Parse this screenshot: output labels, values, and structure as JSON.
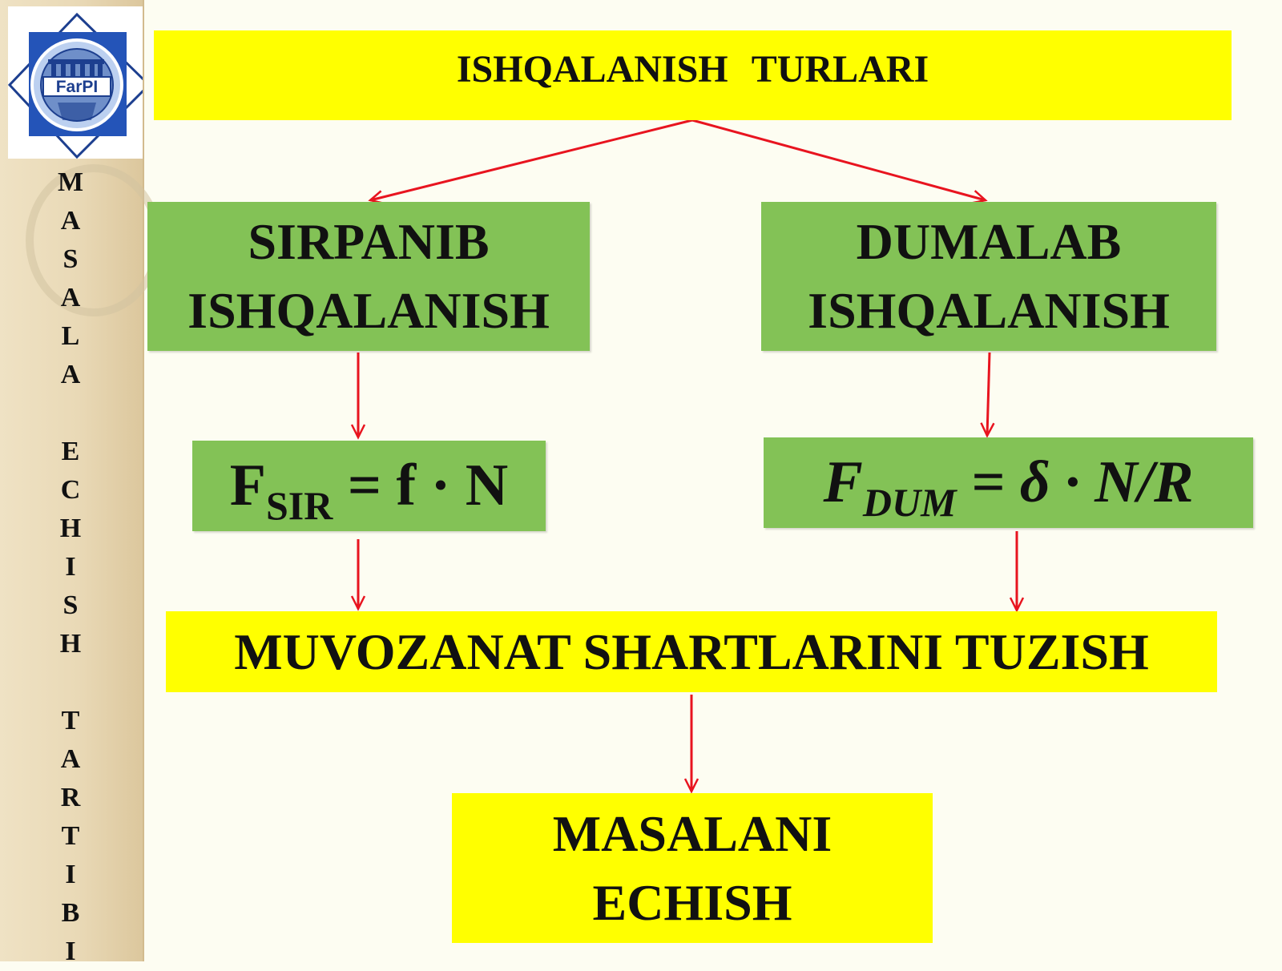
{
  "sidebar": {
    "logo_text": "FarPI",
    "vertical_letters": [
      "M",
      "A",
      "S",
      "A",
      "L",
      "A",
      "",
      "E",
      "C",
      "H",
      "I",
      "S",
      "H",
      "",
      "T",
      "A",
      "R",
      "T",
      "I",
      "B",
      "I"
    ]
  },
  "header": {
    "title": "ISHQALANISH   TURLARI"
  },
  "types": {
    "sliding": {
      "line1": "SIRPANIB",
      "line2": "ISHQALANISH"
    },
    "rolling": {
      "line1": "DUMALAB",
      "line2": "ISHQALANISH"
    }
  },
  "formulas": {
    "sliding": {
      "F": "F",
      "sub": "SIR",
      "rest": " = f · N"
    },
    "rolling": {
      "F": "F",
      "sub": "DUM",
      "rest": " = δ · N/R"
    }
  },
  "steps": {
    "equilibrium": "MUVOZANAT SHARTLARINI TUZISH",
    "solve": {
      "line1": "MASALANI",
      "line2": "ECHISH"
    }
  },
  "colors": {
    "yellow": "#ffff00",
    "green": "#83c256",
    "arrow": "#e8141f"
  }
}
